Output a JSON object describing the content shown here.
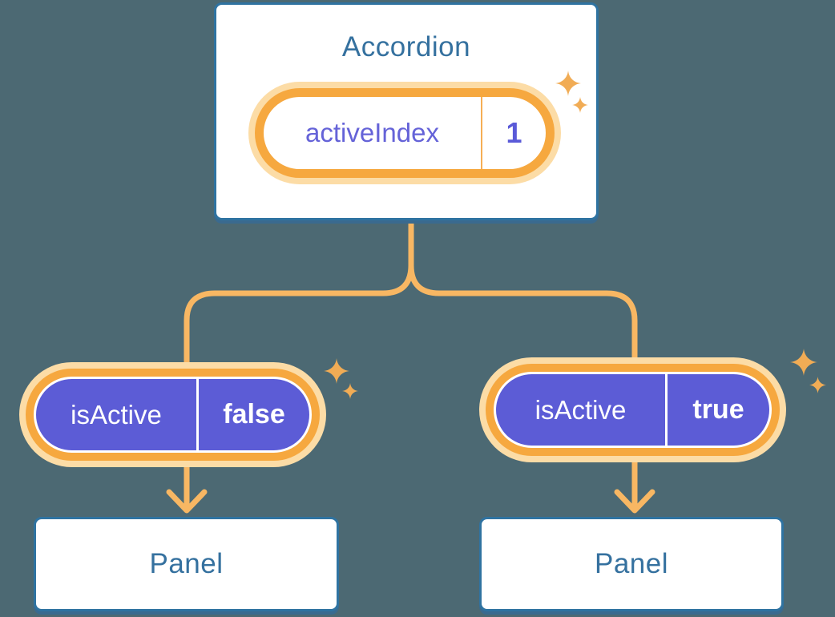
{
  "diagram": {
    "root": {
      "title": "Accordion",
      "prop": {
        "name": "activeIndex",
        "value": "1"
      }
    },
    "children": [
      {
        "prop": {
          "name": "isActive",
          "value": "false"
        },
        "panel": "Panel"
      },
      {
        "prop": {
          "name": "isActive",
          "value": "true"
        },
        "panel": "Panel"
      }
    ]
  },
  "icons": {
    "sparkle": "four-point-star"
  },
  "colors": {
    "background": "#4C6973",
    "card_fill": "#FFFFFF",
    "card_border_blue": "#2F73A1",
    "heading_blue": "#35719F",
    "connector_orange": "#F8B763",
    "pill_ring_orange": "#F6A83F",
    "pill_halo_orange": "#FCDCA6",
    "prop_pill_purple": "#5C5CD6",
    "state_text_purple": "#6563D8",
    "sparkle_orange": "#F1AC55"
  }
}
